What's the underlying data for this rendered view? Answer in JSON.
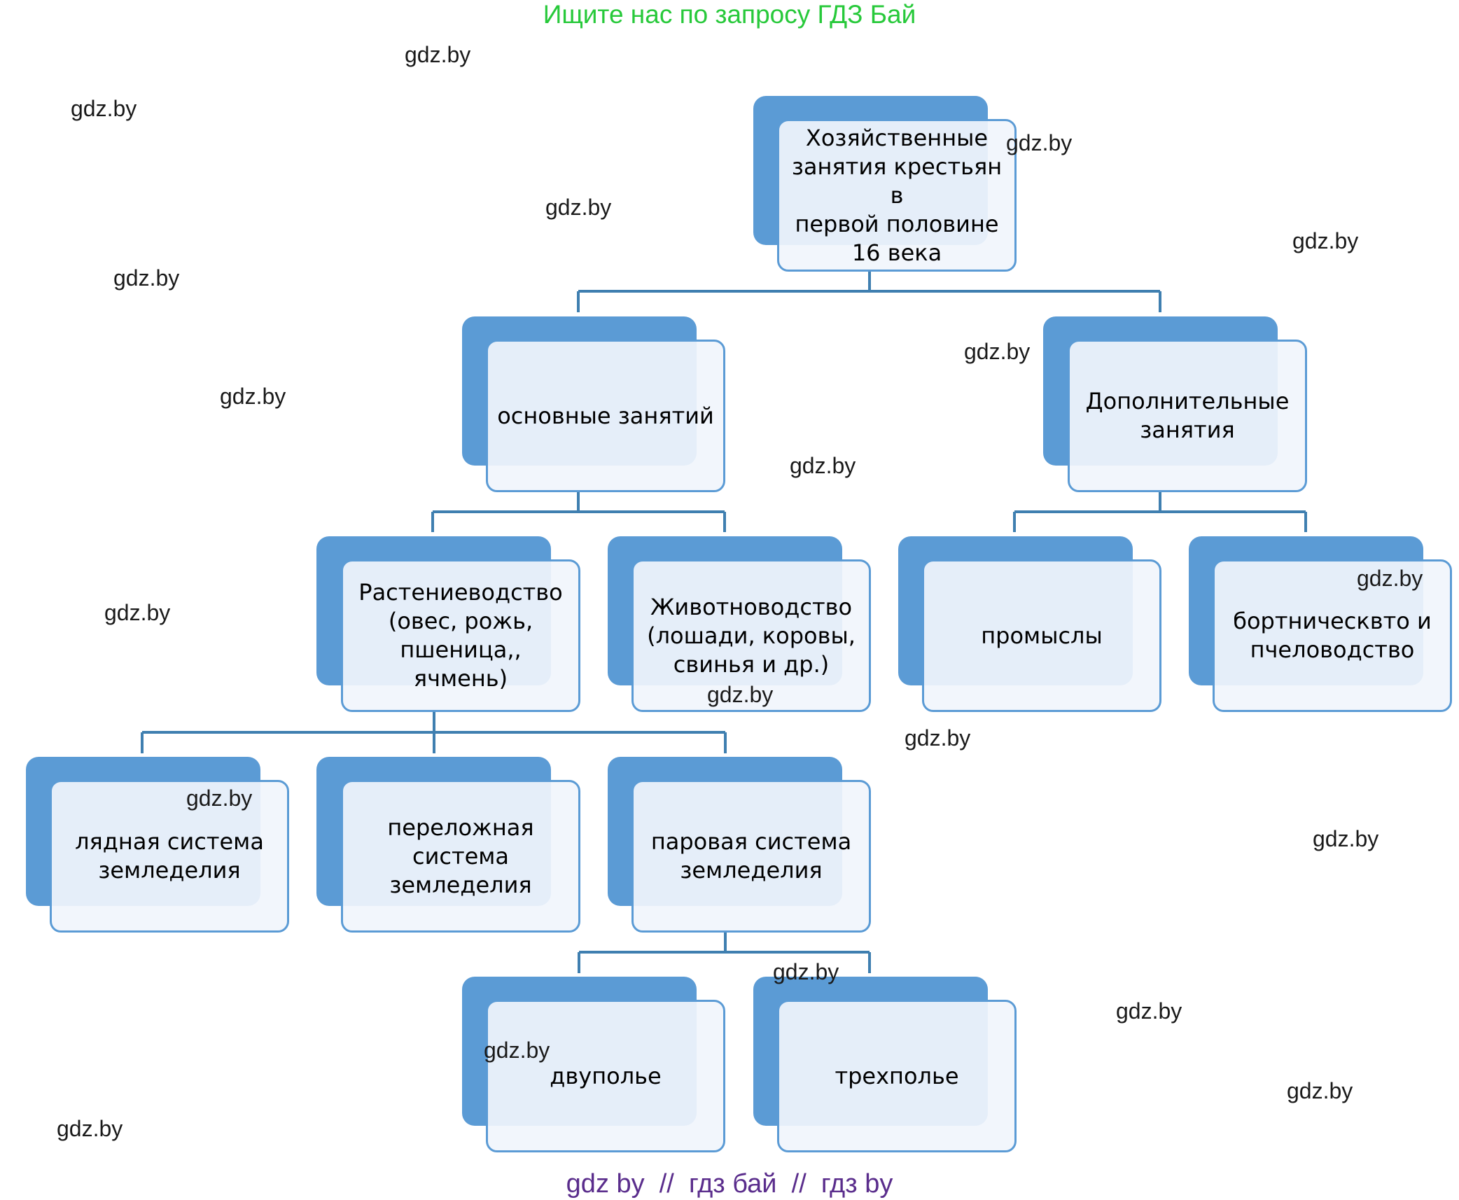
{
  "banner_top": "Ищите нас по запросу ГДЗ Бай",
  "banner_bottom": "gdz by  //  гдз бай  //  гдз by",
  "colors": {
    "box_blue": "#5b9bd5",
    "box_fill": "#eef3fb",
    "connector": "#3f7fb0",
    "banner_top": "#27c93a",
    "banner_bottom": "#5a2d8c"
  },
  "nodes": {
    "root": "Хозяйственные\nзанятия крестьян в\nпервой половине\n16 века",
    "main": "основные занятий",
    "extra": "Дополнительные\nзанятия",
    "crop": "Растениеводство\n(овес, рожь,\nпшеница,, ячмень)",
    "livestock": "Животноводство\n(лошади, коровы,\nсвинья и др.)",
    "crafts": "промыслы",
    "bee": "бортническвто и\nпчеловодство",
    "slash": "лядная система\nземледелия",
    "fallow": "переложная\nсистема\nземледелия",
    "steam": "паровая система\nземледелия",
    "two": "двуполье",
    "three": "трехполье"
  },
  "watermark": "gdz.by"
}
